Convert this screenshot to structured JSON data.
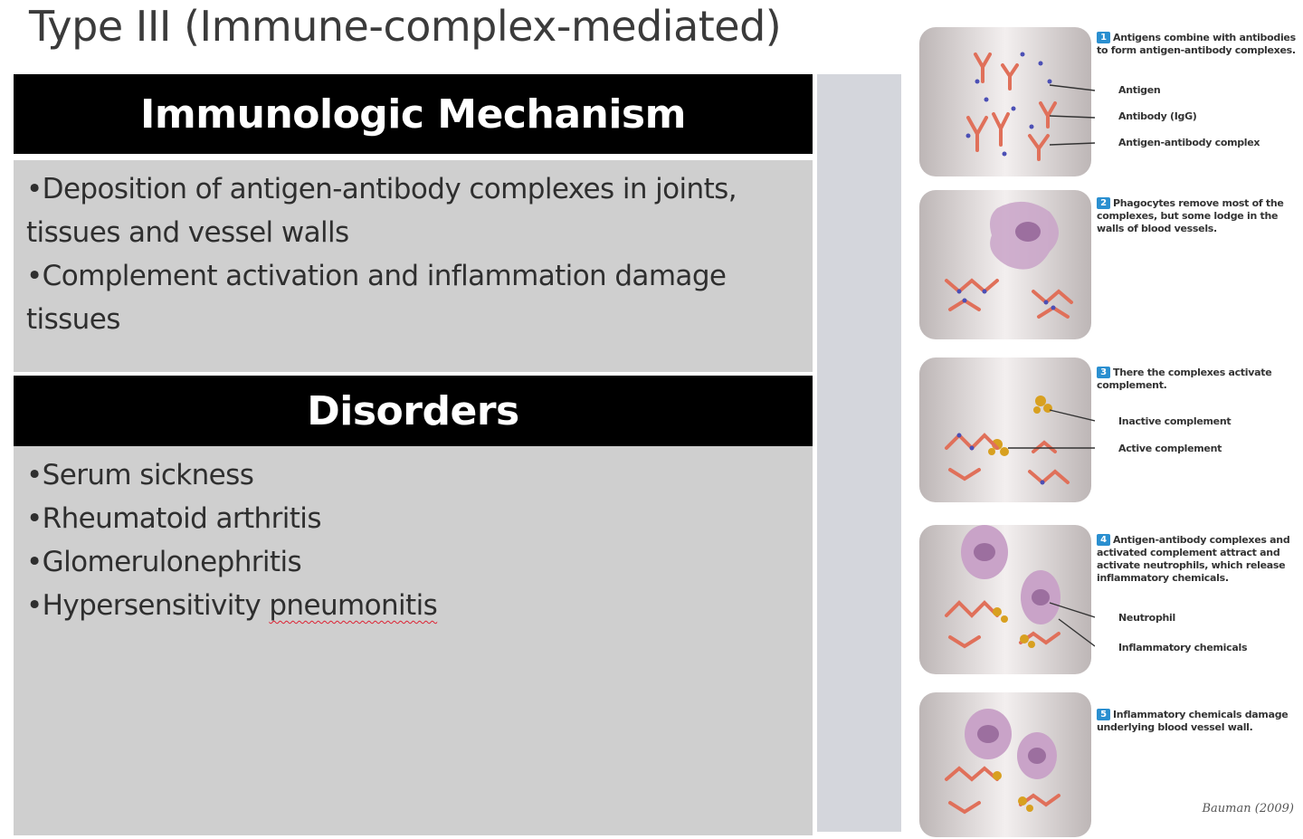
{
  "slide": {
    "title": "Type III (Immune-complex-mediated)"
  },
  "mechanism": {
    "heading": "Immunologic Mechanism",
    "items": [
      "•Deposition of antigen-antibody complexes in joints, tissues and vessel walls",
      "•Complement activation and inflammation damage tissues"
    ]
  },
  "disorders": {
    "heading": "Disorders",
    "items": [
      "•Serum sickness",
      "•Rheumatoid arthritis",
      "•Glomerulonephritis"
    ],
    "last_item_prefix": "•Hypersensitivity ",
    "last_item_flagged_word": "pneumonitis"
  },
  "figure": {
    "steps": [
      {
        "number": "1",
        "caption": "Antigens combine with antibodies to form antigen-antibody complexes.",
        "labels": [
          "Antigen",
          "Antibody (IgG)",
          "Antigen-antibody complex"
        ]
      },
      {
        "number": "2",
        "caption": "Phagocytes remove most of the complexes, but some lodge in the walls of blood vessels.",
        "labels": []
      },
      {
        "number": "3",
        "caption": "There the complexes activate complement.",
        "labels": [
          "Inactive complement",
          "Active complement"
        ]
      },
      {
        "number": "4",
        "caption": "Antigen-antibody complexes and activated complement attract and activate neutrophils, which release inflammatory chemicals.",
        "labels": [
          "Neutrophil",
          "Inflammatory chemicals"
        ]
      },
      {
        "number": "5",
        "caption": "Inflammatory chemicals damage underlying blood vessel wall.",
        "labels": []
      }
    ],
    "credit": "Bauman (2009)"
  },
  "colors": {
    "header_bg": "#000000",
    "body_bg": "#cfcfcf",
    "strip_bg": "#d4d6dc",
    "step_badge": "#2a8fd0",
    "antibody": "#e0705a",
    "complement": "#d8a020",
    "neutrophil": "#c9a3c8"
  }
}
